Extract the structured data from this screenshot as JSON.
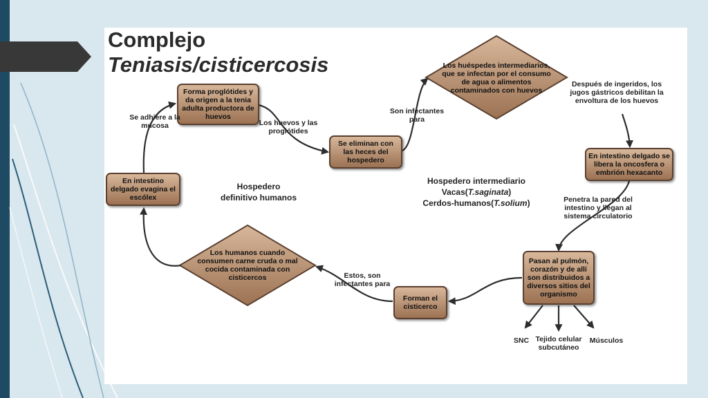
{
  "title": {
    "line1": "Complejo",
    "line2": "Teniasis/cisticercosis"
  },
  "nodes": {
    "proglotides": "Forma proglótides y da origen a la tenia adulta productora de huevos",
    "heces": "Se eliminan con las heces del hospedero",
    "huespedes": "Los huéspedes intermediarios, que se infectan por el consumo de agua o alimentos contaminados con huevos",
    "oncosfera": "En intestino delgado se libera la oncosfera o embrión hexacanto",
    "pulmon": "Pasan al pulmón, corazón y de allí son distribuidos a diversos sitios del organismo",
    "cisticerco": "Forman el cisticerco",
    "humanos": "Los humanos cuando consumen carne cruda o mal cocida contaminada con cisticercos",
    "escolex": "En intestino delgado evagina el escólex"
  },
  "labels": {
    "adhiere": "Se adhiere a la mucosa",
    "huevos": "Los huevos y las proglótides",
    "son_infectantes": "Son infectantes para",
    "jugos": "Después de ingeridos, los jugos gástricos debilitan la envoltura de los huevos",
    "penetra": "Penetra la pared del intestino y llegan al sistema circulatorio",
    "estos": "Estos, son infectantes para",
    "snc": "SNC",
    "tejido": "Tejido celular subcutáneo",
    "musculos": "Músculos"
  },
  "definitivo": {
    "line1": "Hospedero",
    "line2": "definitivo humanos"
  },
  "intermediario": {
    "line1": "Hospedero intermediario",
    "line2_pre": "Vacas(",
    "line2_species": "T.saginata",
    "line2_post": ")",
    "line3_pre": "Cerdos-humanos(",
    "line3_species": "T.solium",
    "line3_post": ")"
  },
  "colors": {
    "node_top": "#d8b79a",
    "node_bottom": "#9c7253",
    "node_border": "#5a4030",
    "arrow": "#2d2d2d"
  }
}
